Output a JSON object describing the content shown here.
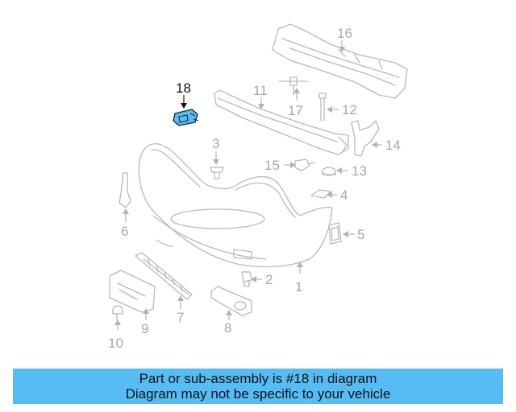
{
  "diagram": {
    "highlight_color": "#56bdf4",
    "highlighted_part": "18",
    "callouts": {
      "c1": "1",
      "c2": "2",
      "c3": "3",
      "c4": "4",
      "c5": "5",
      "c6": "6",
      "c7": "7",
      "c8": "8",
      "c9": "9",
      "c10": "10",
      "c11": "11",
      "c12": "12",
      "c13": "13",
      "c14": "14",
      "c15": "15",
      "c16": "16",
      "c17": "17",
      "c18": "18"
    }
  },
  "caption": {
    "line1": "Part or sub-assembly is #18 in diagram",
    "line2": "Diagram may not be specific to your vehicle"
  }
}
